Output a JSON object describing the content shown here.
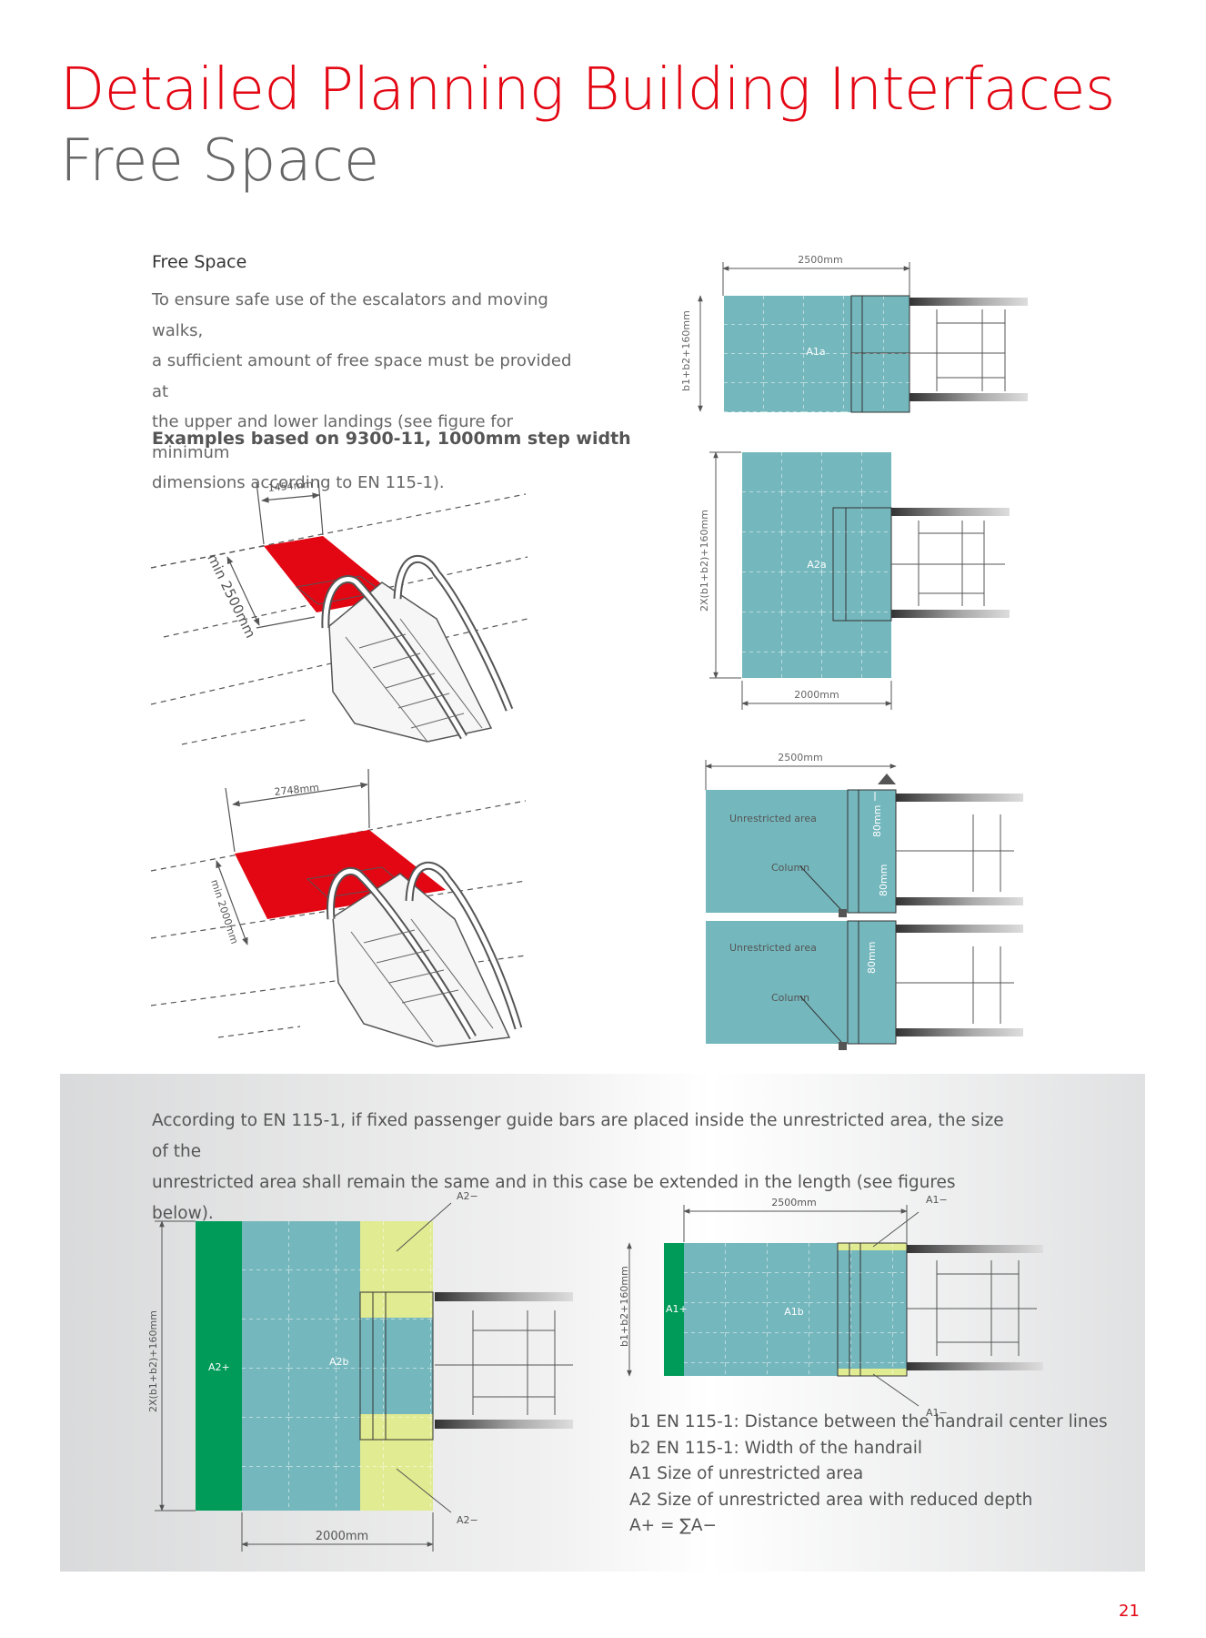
{
  "header": {
    "title": "Detailed Planning Building Interfaces",
    "subtitle": "Free Space"
  },
  "intro": {
    "heading": "Free Space",
    "lines": [
      "To ensure safe use of the escalators and moving walks,",
      "a sufficient amount of free space must be provided at",
      "the upper and lower landings (see figure for minimum",
      "dimensions according to EN 115-1)."
    ],
    "examples_heading": "Examples based on 9300-11, 1000mm step width"
  },
  "perspective_figures": {
    "top": {
      "width_label": "1454mm",
      "depth_label": "min 2500mm"
    },
    "bottom": {
      "width_label": "2748mm",
      "depth_label": "min 2000mm"
    }
  },
  "plan_a1a": {
    "width_label": "2500mm",
    "depth_label": "b1+b2+160mm",
    "area_label": "A1a"
  },
  "plan_a2a": {
    "depth_label": "2X(b1+b2)+160mm",
    "width_label": "2000mm",
    "area_label": "A2a"
  },
  "plan_column": {
    "width_label": "2500mm",
    "area_label": "Unrestricted area",
    "column_label": "Column",
    "gap_labels": [
      "80mm",
      "80mm",
      "80mm"
    ]
  },
  "band": {
    "text_lines": [
      "According to EN 115-1, if fixed passenger guide bars are placed inside the unrestricted area, the size of the",
      "unrestricted area shall remain the same and in this case be extended in the length (see figures below)."
    ]
  },
  "plan_a2b": {
    "depth_label": "2X(b1+b2)+160mm",
    "width_label": "2000mm",
    "area_label": "A2b",
    "plus_label": "A2+",
    "minus_label": "A2−"
  },
  "plan_a1b": {
    "width_label": "2500mm",
    "depth_label": "b1+b2+160mm",
    "area_label": "A1b",
    "plus_label": "A1+",
    "minus_label": "A1−"
  },
  "legend": {
    "items": [
      "b1 EN 115-1: Distance between the handrail center lines",
      "b2 EN 115-1: Width of the handrail",
      "A1 Size of unrestricted area",
      "A2 Size of unrestricted area with reduced depth",
      "A+ = ∑A−"
    ]
  },
  "page_number": "21",
  "colors": {
    "brand_red": "#e30613",
    "teal": "#74b7bd",
    "green": "#009a59",
    "yellow": "#e1eb91",
    "dark_text": "#555555"
  }
}
